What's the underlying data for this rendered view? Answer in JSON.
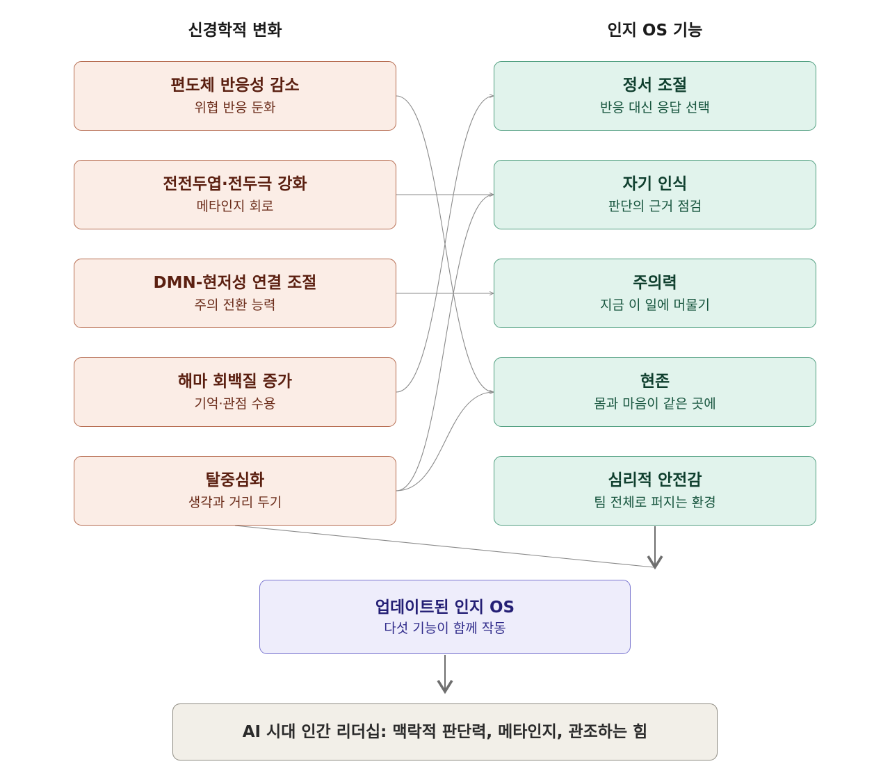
{
  "headings": {
    "left": "신경학적 변화",
    "right": "인지 OS 기능"
  },
  "left_nodes": [
    {
      "title": "편도체 반응성 감소",
      "subtitle": "위협 반응 둔화"
    },
    {
      "title": "전전두엽·전두극 강화",
      "subtitle": "메타인지 회로"
    },
    {
      "title": "DMN-현저성 연결 조절",
      "subtitle": "주의 전환 능력"
    },
    {
      "title": "해마 회백질 증가",
      "subtitle": "기억·관점 수용"
    },
    {
      "title": "탈중심화",
      "subtitle": "생각과 거리 두기"
    }
  ],
  "right_nodes": [
    {
      "title": "정서 조절",
      "subtitle": "반응 대신 응답 선택"
    },
    {
      "title": "자기 인식",
      "subtitle": "판단의 근거 점검"
    },
    {
      "title": "주의력",
      "subtitle": "지금 이 일에 머물기"
    },
    {
      "title": "현존",
      "subtitle": "몸과 마음이 같은 곳에"
    },
    {
      "title": "심리적 안전감",
      "subtitle": "팀 전체로 퍼지는 환경"
    }
  ],
  "os_node": {
    "title": "업데이트된 인지 OS",
    "subtitle": "다섯 기능이 함께 작동"
  },
  "final_node": {
    "title": "AI 시대 인간 리더십: 맥락적 판단력, 메타인지, 관조하는 힘"
  },
  "colors": {
    "left_fill": "#fbede6",
    "left_border": "#b56a4e",
    "right_fill": "#e1f3ec",
    "right_border": "#4f9e7f",
    "os_fill": "#eeedfb",
    "os_border": "#7b77d0",
    "final_fill": "#f2efe8",
    "final_border": "#8d8a80",
    "connector": "#8a8a8a"
  }
}
